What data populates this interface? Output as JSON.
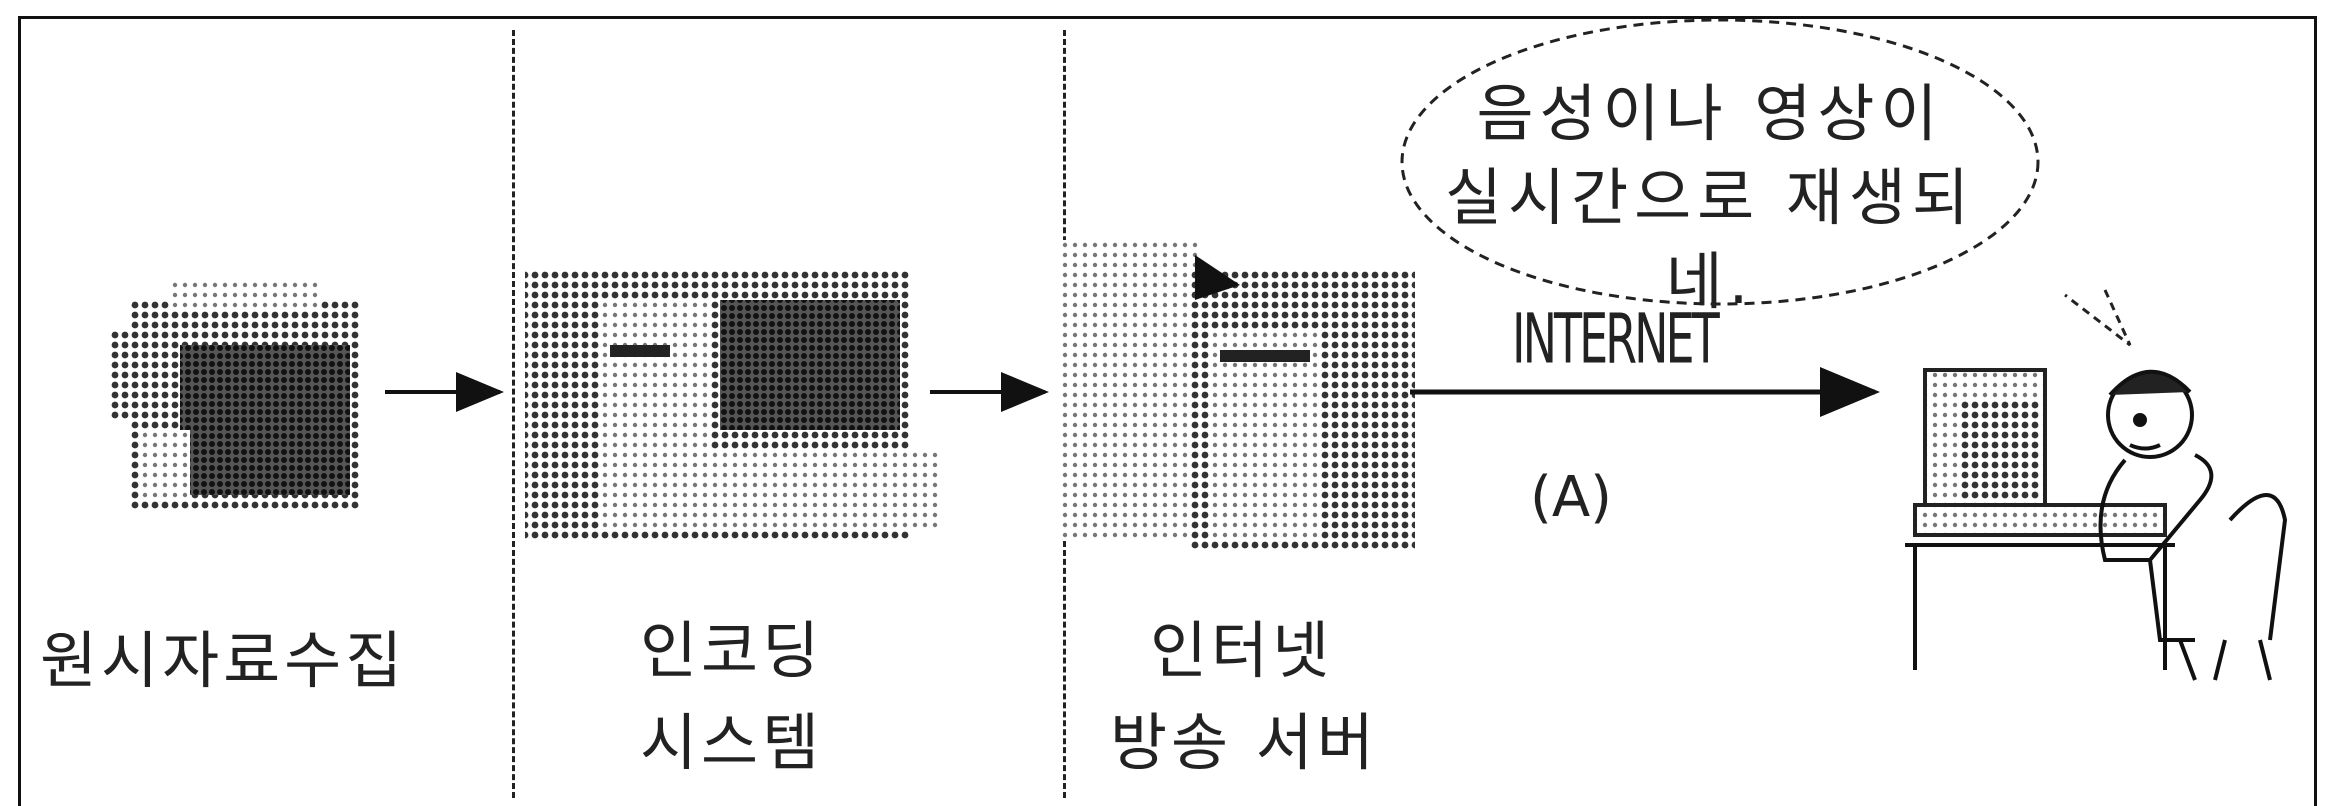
{
  "stages": {
    "collection": {
      "label": "원시자료수집"
    },
    "encoding": {
      "line1": "인코딩",
      "line2": "시스템"
    },
    "server": {
      "line1": "인터넷",
      "line2": "방송 서버"
    }
  },
  "network": {
    "label": "INTERNET",
    "marker": "(A)"
  },
  "speech_bubble": {
    "line1": "음성이나 영상이",
    "line2": "실시간으로 재생되네."
  }
}
